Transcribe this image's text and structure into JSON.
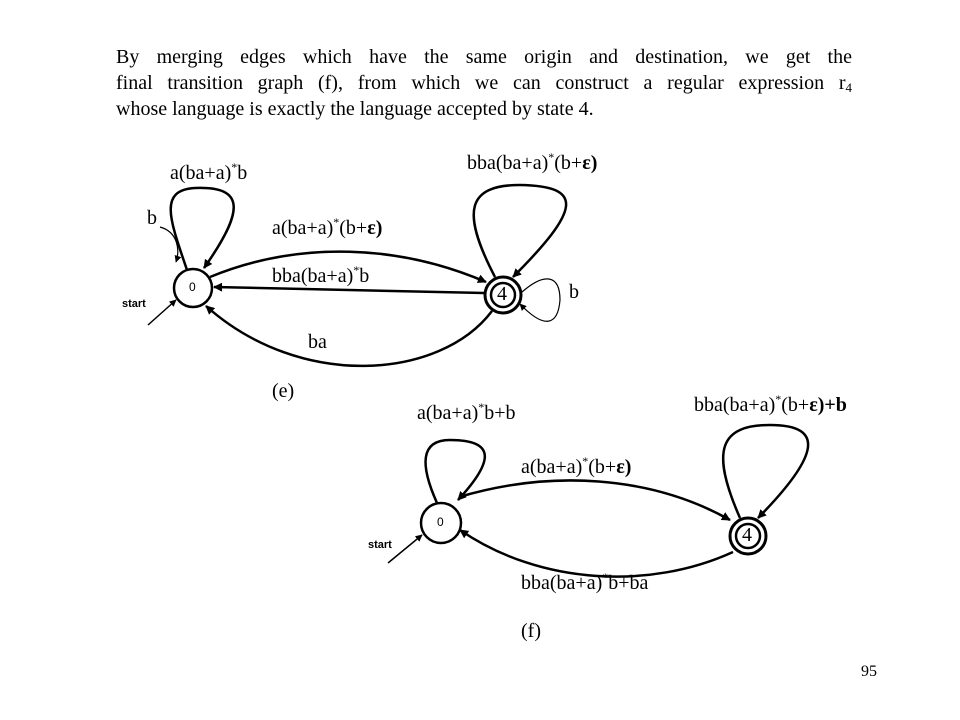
{
  "paragraph": {
    "line1": "By merging edges which have the same origin and destination, we get the",
    "line2_pre": "final transition graph (f), from which we can construct a regular expression r",
    "line2_sub": "4",
    "line3": "whose language is exactly the language accepted by state 4."
  },
  "graph_e": {
    "caption": "(e)",
    "state0": "0",
    "state4": "4",
    "start_label": "start",
    "loop0_label": {
      "pre": "a(ba+a)",
      "sup": "*",
      "post": "b"
    },
    "loop0_small_label": "b",
    "loop4_label": {
      "pre": "bba(ba+a)",
      "sup": "*",
      "post": "(b+",
      "eps": "ε)"
    },
    "loop4_small_label": "b",
    "edge_0_4_label": {
      "pre": "a(ba+a)",
      "sup": "*",
      "post": "(b+",
      "eps": "ε)"
    },
    "edge_4_0_label": {
      "pre": "bba(ba+a)",
      "sup": "*",
      "post": "b"
    },
    "edge_4_0_lower_label": "ba"
  },
  "graph_f": {
    "caption": "(f)",
    "state0": "0",
    "state4": "4",
    "start_label": "start",
    "loop0_label": {
      "pre": "a(ba+a)",
      "sup": "*",
      "post": "b+b"
    },
    "loop4_label": {
      "pre": "bba(ba+a)",
      "sup": "*",
      "post": "(b+",
      "eps": "ε)+b"
    },
    "edge_0_4_label": {
      "pre": "a(ba+a)",
      "sup": "*",
      "post": "(b+",
      "eps": "ε)"
    },
    "edge_4_0_label": {
      "pre": "bba(ba+a)",
      "sup": "*",
      "post": "b+ba"
    }
  },
  "page_number": "95"
}
